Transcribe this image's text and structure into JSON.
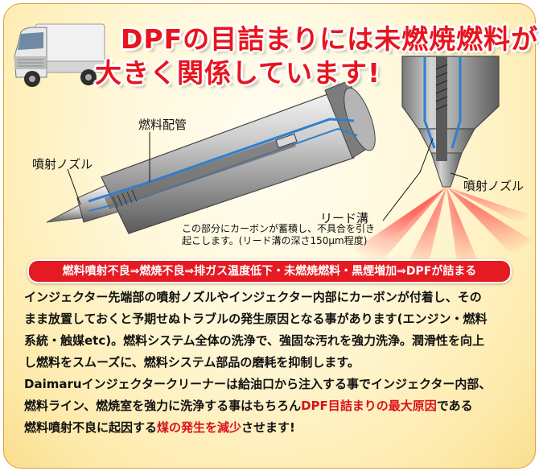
{
  "headline": {
    "line1": "DPFの目詰まりには未燃焼燃料が",
    "line2": "大きく関係しています!"
  },
  "labels": {
    "fuel_pipe": "燃料配管",
    "nozzle_left": "噴射ノズル",
    "nozzle_right": "噴射ノズル",
    "lead_groove": "リード溝"
  },
  "note": {
    "line1": "この部分にカーボンが蓄積し、不具合を引き",
    "line2": "起こします。(リード溝の深さ150μm程度)"
  },
  "banner": "燃料噴射不良⇒燃焼不良⇒排ガス温度低下・未燃焼燃料・黒煙増加⇒DPFが詰まる",
  "body": {
    "l1": "インジェクター先端部の噴射ノズルやインジェクター内部にカーボンが付着し、その",
    "l2": "まま放置しておくと予期せぬトラブルの発生原因となる事があります(エンジン・燃料",
    "l3": "系統・触媒etc)。燃料システム全体の洗浄で、強固な汚れを強力洗浄。潤滑性を向上",
    "l4": "し燃料をスムーズに、燃料システム部品の磨耗を抑制します。",
    "l5": "Daimaruインジェクタークリーナーは給油口から注入する事でインジェクター内部、",
    "l6a": "燃料ライン、燃焼室を強力に洗浄する事はもちろん",
    "l6b": "DPF目詰まりの最大原因",
    "l6c": "である",
    "l7a": "燃料噴射不良に起因する",
    "l7b": "煤の発生を減少",
    "l7c": "させます!"
  },
  "colors": {
    "accent_red": "#e51a23",
    "text_red": "#d9121b",
    "background_gold": "#fde9a8"
  }
}
